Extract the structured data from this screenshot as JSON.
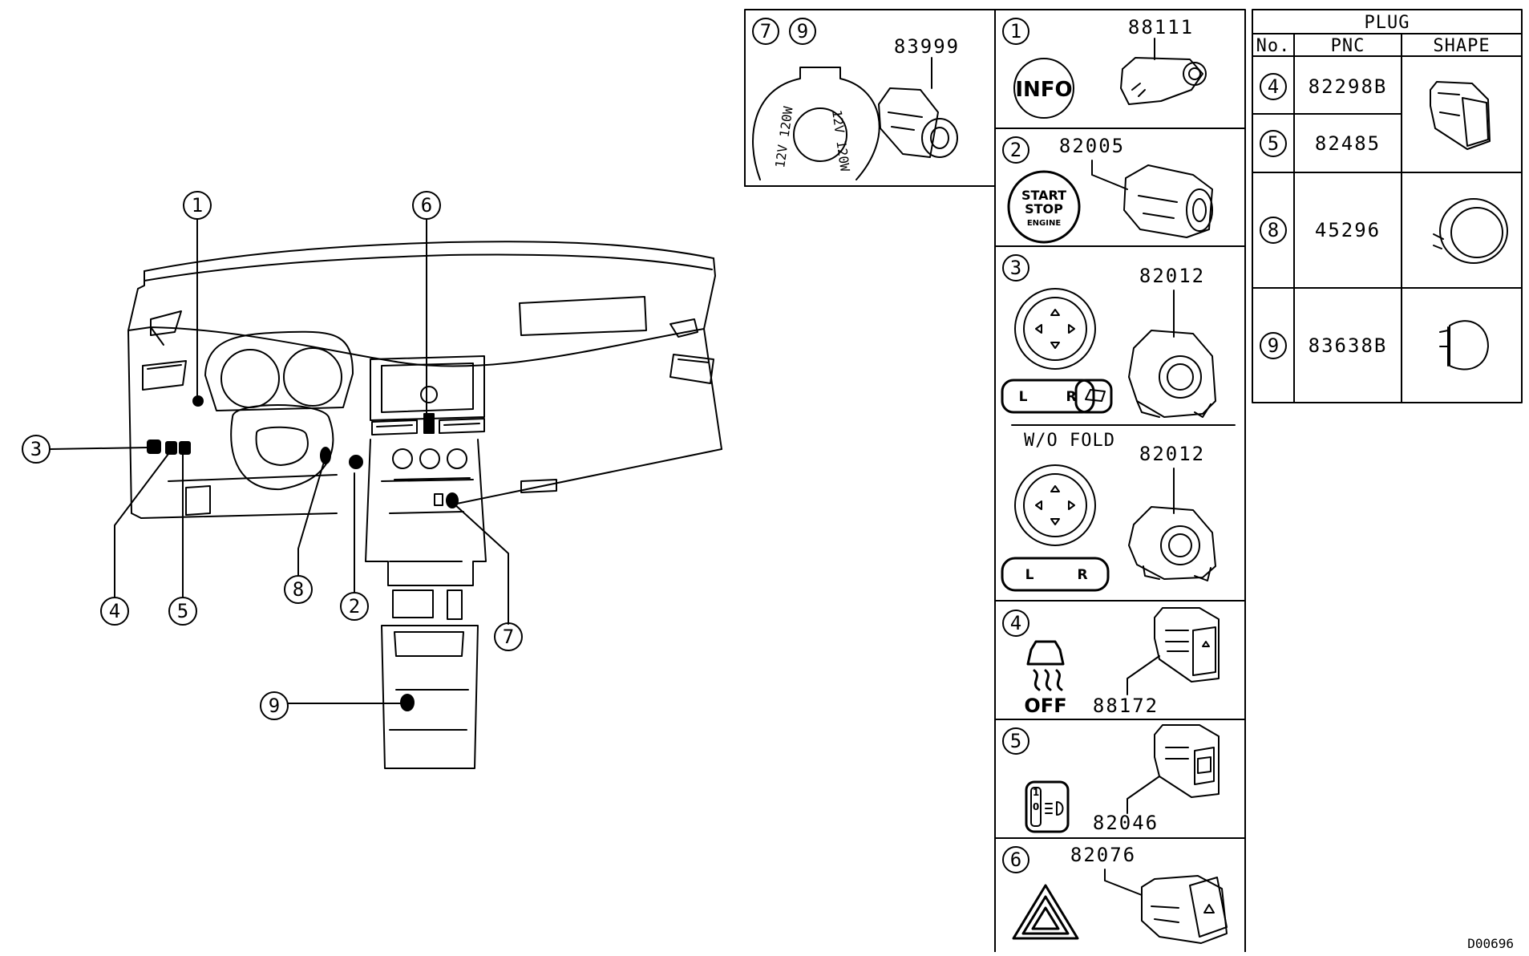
{
  "callouts": [
    "1",
    "2",
    "3",
    "4",
    "5",
    "6",
    "7",
    "8",
    "9"
  ],
  "socket_panel": {
    "keys": [
      "7",
      "9"
    ],
    "pnc": "83999",
    "socket_text": "12V 120W"
  },
  "parts": [
    {
      "key": "1",
      "pnc": "88111",
      "symbol": "INFO"
    },
    {
      "key": "2",
      "pnc": "82005",
      "symbol": [
        "START",
        "STOP",
        "ENGINE"
      ]
    },
    {
      "key": "3",
      "pnc": "82012",
      "symbol_l": "L",
      "symbol_r": "R"
    },
    {
      "key": "3",
      "variant": "W/O FOLD",
      "pnc": "82012",
      "symbol_l": "L",
      "symbol_r": "R"
    },
    {
      "key": "4",
      "pnc": "88172",
      "symbol": "OFF"
    },
    {
      "key": "5",
      "pnc": "82046",
      "symbol_1": "1",
      "symbol_0": "0"
    },
    {
      "key": "6",
      "pnc": "82076"
    }
  ],
  "plug_table": {
    "title": "PLUG",
    "columns": [
      "No.",
      "PNC",
      "SHAPE"
    ],
    "rows": [
      {
        "no": "4",
        "pnc": "82298B"
      },
      {
        "no": "5",
        "pnc": "82485"
      },
      {
        "no": "8",
        "pnc": "45296"
      },
      {
        "no": "9",
        "pnc": "83638B"
      }
    ]
  },
  "drawing_ref": "D00696"
}
